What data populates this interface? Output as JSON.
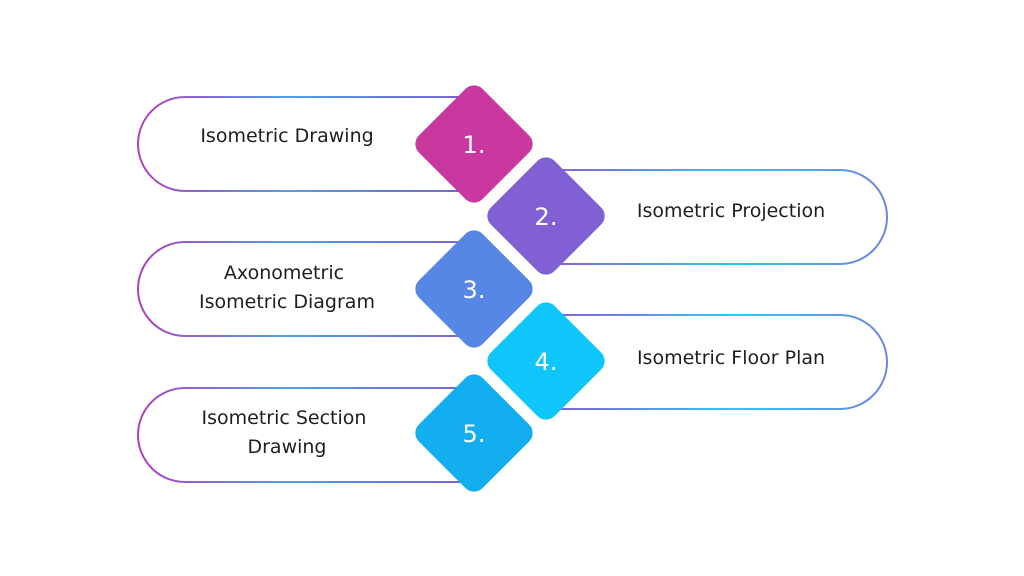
{
  "steps": [
    {
      "number": "1.",
      "label_lines": [
        "Isometric Drawing"
      ],
      "color": "#c9389e"
    },
    {
      "number": "2.",
      "label_lines": [
        "Isometric Projection"
      ],
      "color": "#8160d3"
    },
    {
      "number": "3.",
      "label_lines": [
        "Axonometric",
        "Isometric Diagram"
      ],
      "color": "#5687e5"
    },
    {
      "number": "4.",
      "label_lines": [
        "Isometric Floor Plan"
      ],
      "color": "#0ec6fa"
    },
    {
      "number": "5.",
      "label_lines": [
        "Isometric Section",
        "Drawing"
      ],
      "color": "#13aef0"
    }
  ],
  "outline_gradient": [
    "#b23fbf",
    "#2fc8f4"
  ]
}
